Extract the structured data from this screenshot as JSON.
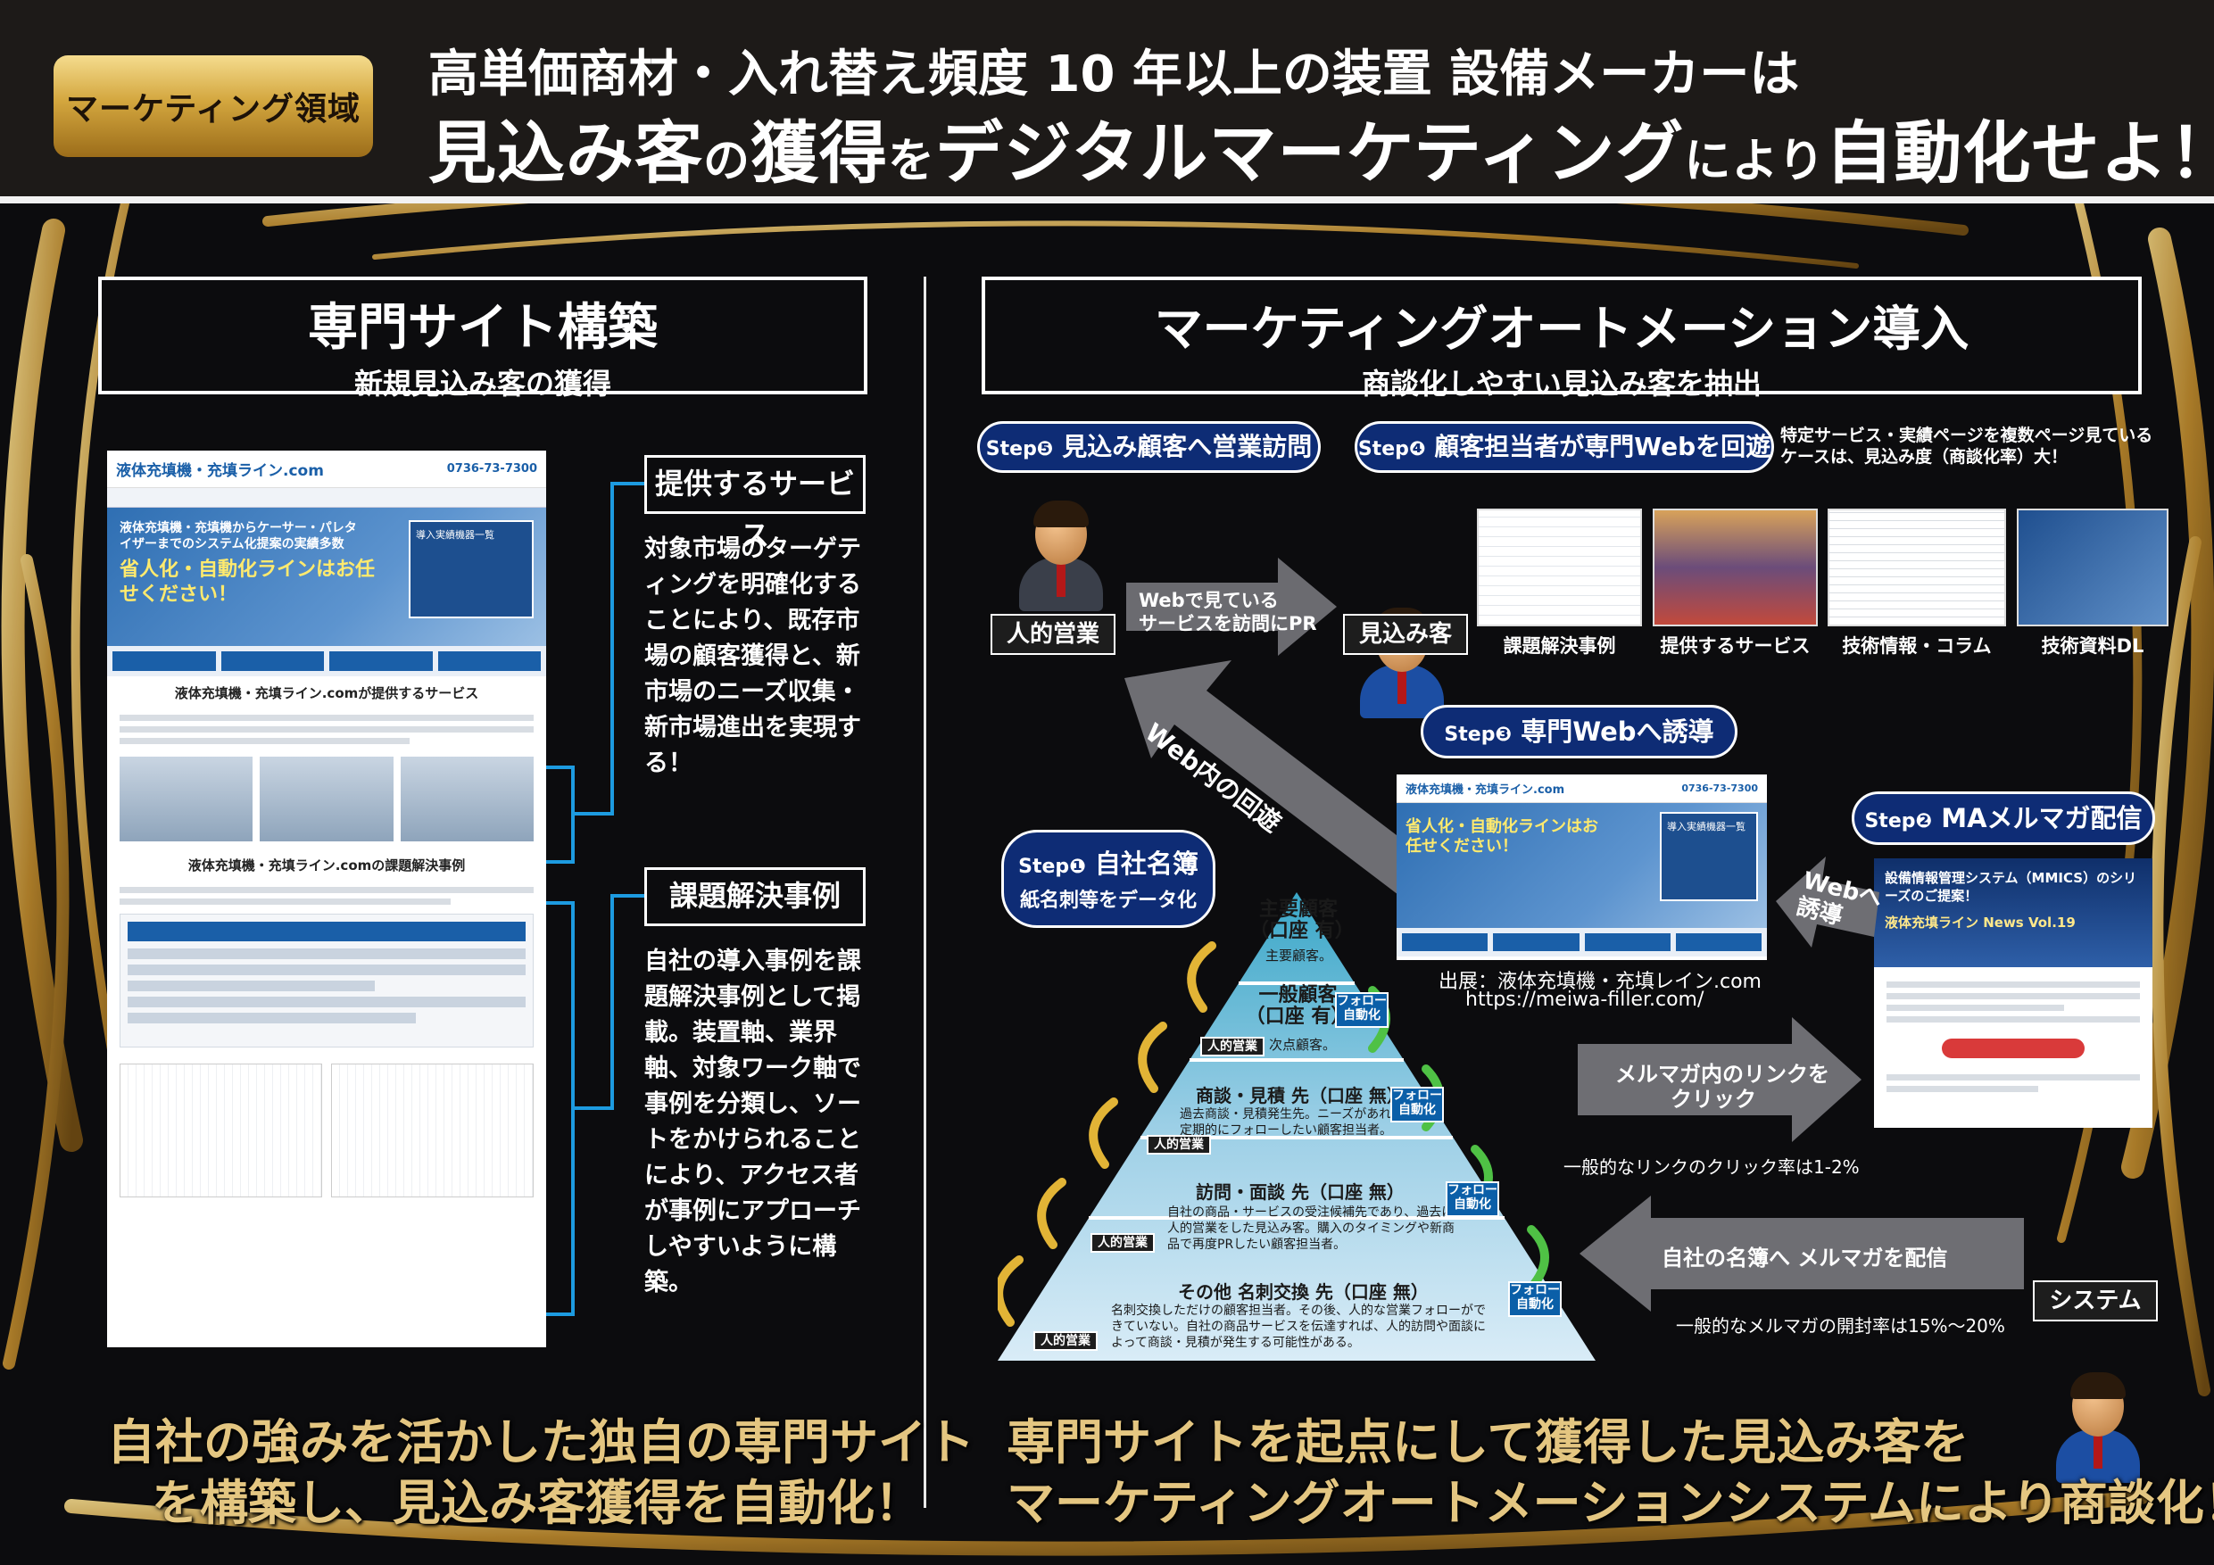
{
  "header": {
    "badge": "マーケティング領域",
    "line1": "高単価商材・入れ替え頻度 10 年以上の装置 設備メーカーは",
    "line2_a": "見込み客",
    "line2_b": "の",
    "line2_c": "獲得",
    "line2_d": "を",
    "line2_e": "デジタルマーケティング",
    "line2_f": "により",
    "line2_g": "自動化せよ！"
  },
  "left": {
    "title": "専門サイト構築",
    "subtitle": "新規見込み客の獲得",
    "site": {
      "logo": "液体充填機・充填ライン.com",
      "tel": "0736-73-7300",
      "hero_line1": "液体充填機・充填機からケーサー・パレタイザーまでのシステム化提案の実績多数",
      "hero_line2": "省人化・自動化ラインはお任せください！",
      "box_title": "導入実績機器一覧",
      "sec1": "液体充填機・充填ライン.comが提供するサービス",
      "sec2": "液体充填機・充填ライン.comの課題解決事例"
    },
    "service_label": "提供するサービス",
    "service_text": "対象市場のターゲティングを明確化することにより、既存市場の顧客獲得と、新市場のニーズ収集・新市場進出を実現する！",
    "case_label": "課題解決事例",
    "case_text": "自社の導入事例を課題解決事例として掲載。装置軸、業界軸、対象ワーク軸で事例を分類し、ソートをかけられることにより、アクセス者が事例にアプローチしやすいように構築。",
    "bottom_line1": "自社の強みを活かした独自の専門サイト",
    "bottom_line2": "を構築し、見込み客獲得を自動化！"
  },
  "right": {
    "title": "マーケティングオートメーション導入",
    "subtitle": "商談化しやすい見込み客を抽出",
    "step5": {
      "num": "Step❺",
      "label": "見込み顧客へ営業訪問"
    },
    "step4": {
      "num": "Step❹",
      "label": "顧客担当者が専門Webを回遊"
    },
    "step4_note": "特定サービス・実績ページを複数ページ見ているケースは、見込み度（商談化率）大！",
    "step3": {
      "num": "Step❸",
      "label": "専門Webへ誘導"
    },
    "step2": {
      "num": "Step❷",
      "label": "MAメルマガ配信"
    },
    "step1": {
      "num": "Step❶",
      "label": "自社名簿",
      "sub": "紙名刺等をデータ化"
    },
    "sales_tag": "人的営業",
    "prospect_tag": "見込み客",
    "system_tag": "システム",
    "pr_arrow": "Webで見ている\nサービスを訪問にPR",
    "web_roam_arrow": "Web内の回遊",
    "web_guide_arrow": "Webへ\n誘導",
    "thumbs": [
      "課題解決事例",
      "提供するサービス",
      "技術情報・コラム",
      "技術資料DL"
    ],
    "source_line1": "出展：液体充填機・充填レイン.com",
    "source_line2": "https://meiwa-filler.com/",
    "click_arrow": "メルマガ内のリンクを\nクリック",
    "click_rate": "一般的なリンクのクリック率は1-2%",
    "mail_arrow": "自社の名簿へ メルマガを配信",
    "open_rate": "一般的なメルマガの開封率は15%〜20%",
    "mail_title": "設備情報管理システム（MMICS）のシリーズのご提案！",
    "mail_news": "液体充填ライン News Vol.19",
    "pyramid": [
      {
        "title": "主要顧客",
        "sub": "（口座 有）",
        "desc": "主要顧客。"
      },
      {
        "title": "一般顧客",
        "sub": "（口座 有）",
        "desc": "次点顧客。"
      },
      {
        "title": "商談・見積 先（口座 無）",
        "sub": "",
        "desc": "過去商談・見積発生先。ニーズがあれば、定期的にフォローしたい顧客担当者。"
      },
      {
        "title": "訪問・面談 先（口座 無）",
        "sub": "",
        "desc": "自社の商品・サービスの受注候補先であり、過去に人的営業をした見込み客。購入のタイミングや新商品で再度PRしたい顧客担当者。"
      },
      {
        "title": "その他 名刺交換 先（口座 無）",
        "sub": "",
        "desc": "名刺交換しただけの顧客担当者。その後、人的な営業フォローができていない。自社の商品サービスを伝達すれば、人的訪問や面談によって商談・見積が発生する可能性がある。"
      }
    ],
    "follow": "フォロー\n自動化",
    "bottom_line1": "専門サイトを起点にして獲得した見込み客を",
    "bottom_line2": "マーケティングオートメーションシステムにより商談化！"
  }
}
